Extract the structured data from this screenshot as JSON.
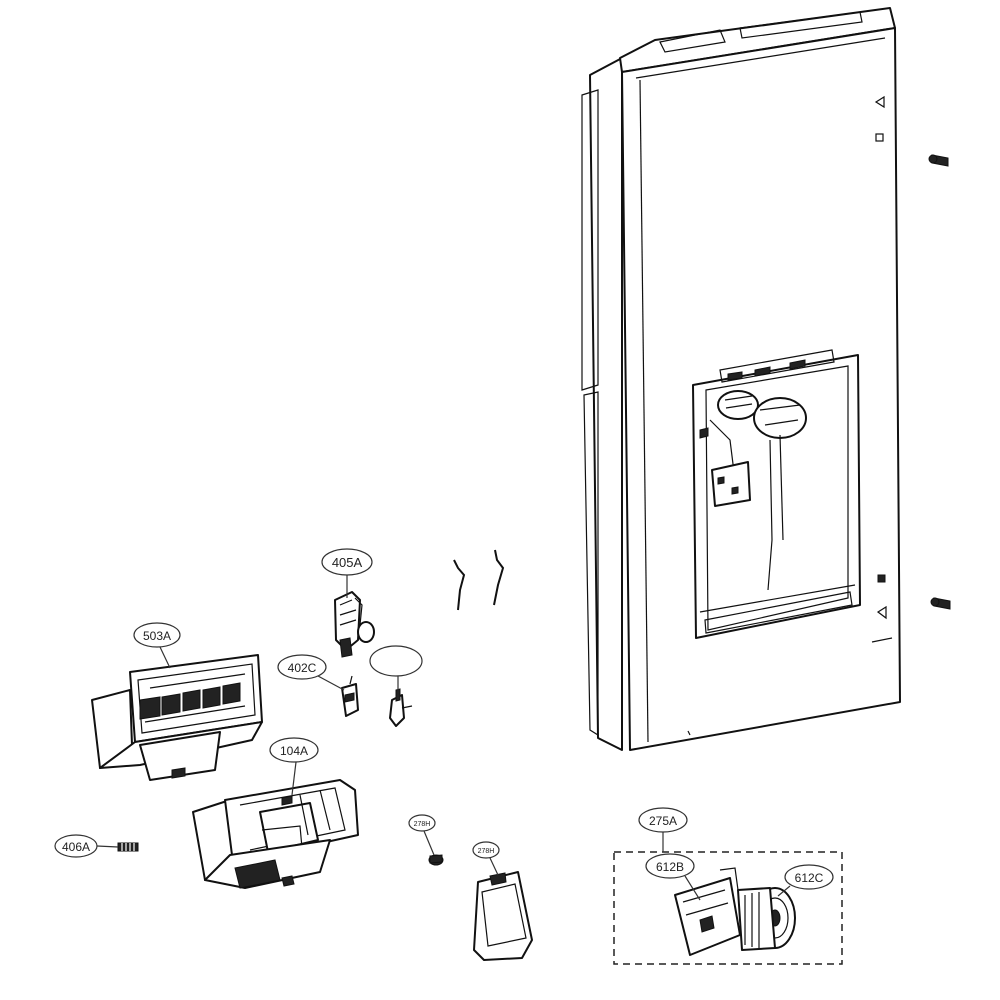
{
  "callouts": {
    "c405A": "405A",
    "c503A": "503A",
    "c402C": "402C",
    "c104A": "104A",
    "c406A": "406A",
    "c278H_a": "278H",
    "c278H_b": "278H",
    "c275A": "275A",
    "c612B": "612B",
    "c612C": "612C"
  },
  "colors": {
    "line": "#111111",
    "background": "#ffffff",
    "callout_border": "#333333"
  }
}
